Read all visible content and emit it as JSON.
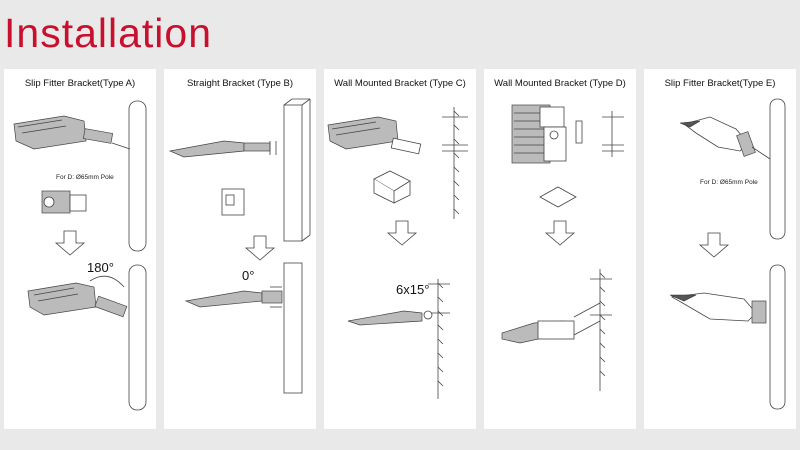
{
  "page": {
    "title": "Installation"
  },
  "panels": [
    {
      "title": "Slip Fitter Bracket(Type A)",
      "note": "For D: Ø65mm Pole",
      "angle": "180°"
    },
    {
      "title": "Straight Bracket (Type B)",
      "angle": "0°"
    },
    {
      "title": "Wall Mounted Bracket (Type C)",
      "angle": "6x15°"
    },
    {
      "title": "Wall Mounted Bracket (Type D)"
    },
    {
      "title": "Slip Fitter Bracket(Type E)",
      "note": "For D: Ø65mm Pole"
    }
  ]
}
